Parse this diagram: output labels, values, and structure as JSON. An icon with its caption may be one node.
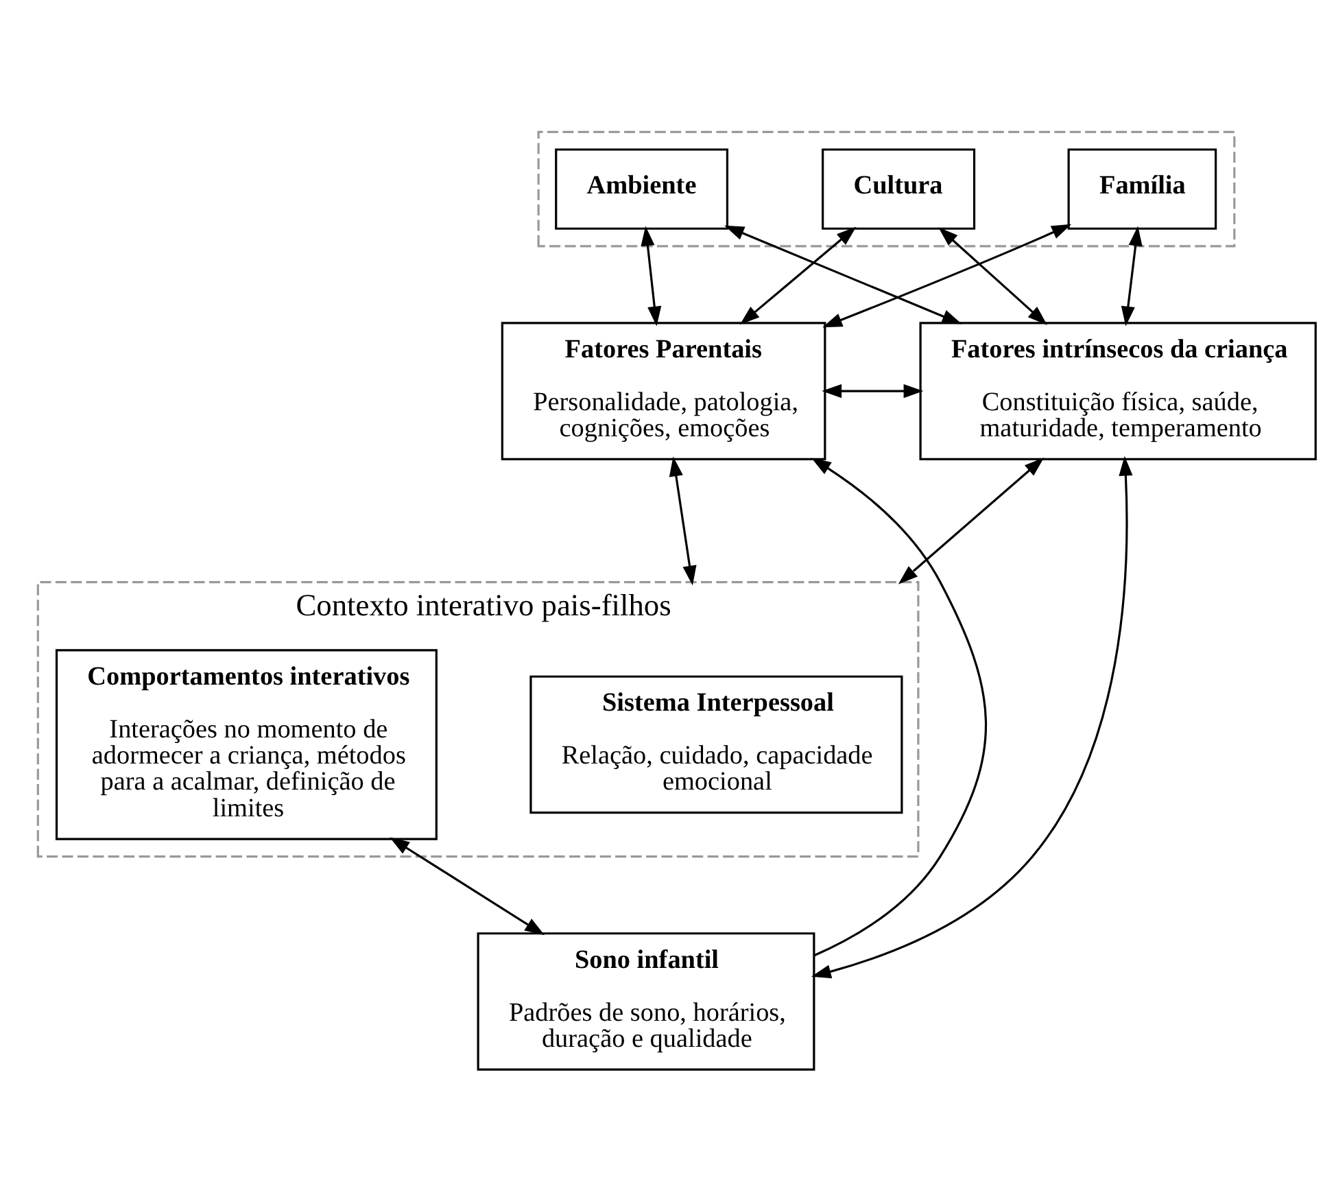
{
  "diagram": {
    "nodes": [
      {
        "text": [],
        "shape": "box"
      },
      {
        "text": [
          "Cultura"
        ],
        "in": 0
      },
      {
        "text": [
          "Ambiente"
        ],
        "in": 0
      },
      {
        "text": [
          "Família"
        ],
        "in": 0
      },
      {
        "text": [
          "Fatores Parentais",
          "Personalidade, patologia, cognições, emoções"
        ]
      },
      {
        "text": [
          "Fatores intrínsecos da criança",
          "Constituição física, saúde, maturidade, temperamento"
        ]
      },
      {
        "text": [
          "Contexto interativo pais-filhos"
        ]
      },
      {
        "text": [
          "Sistema Interpessoal",
          "Relação, cuidado, capacidade emocional"
        ],
        "in": 6
      },
      {
        "text": [
          "Comportamentos interativos",
          "Interações no momento de adormecer a criança, métodos para a acalmar, definição de limites"
        ],
        "in": 6
      },
      {
        "text": [
          "Sono infantil",
          "Padrões de sono, horários, duração e qualidade"
        ]
      }
    ],
    "edges": [
      {
        "from": 1,
        "to": 4,
        "arrow": "both"
      },
      {
        "from": 1,
        "to": 5,
        "arrow": "both"
      },
      {
        "from": 2,
        "to": 4,
        "arrow": "both"
      },
      {
        "from": 2,
        "to": 5,
        "arrow": "both"
      },
      {
        "from": 3,
        "to": 4,
        "arrow": "both"
      },
      {
        "from": 3,
        "to": 5,
        "arrow": "both"
      },
      {
        "from": 4,
        "to": 5,
        "arrow": "both"
      },
      {
        "from": 4,
        "to": 6,
        "arrow": "both"
      },
      {
        "from": 5,
        "to": 6,
        "arrow": "both"
      },
      {
        "from": 5,
        "to": 9,
        "arrow": "both"
      },
      {
        "from": 8,
        "to": 9,
        "arrow": "both"
      },
      {
        "from": 9,
        "to": 4,
        "arrow": "to"
      }
    ]
  }
}
